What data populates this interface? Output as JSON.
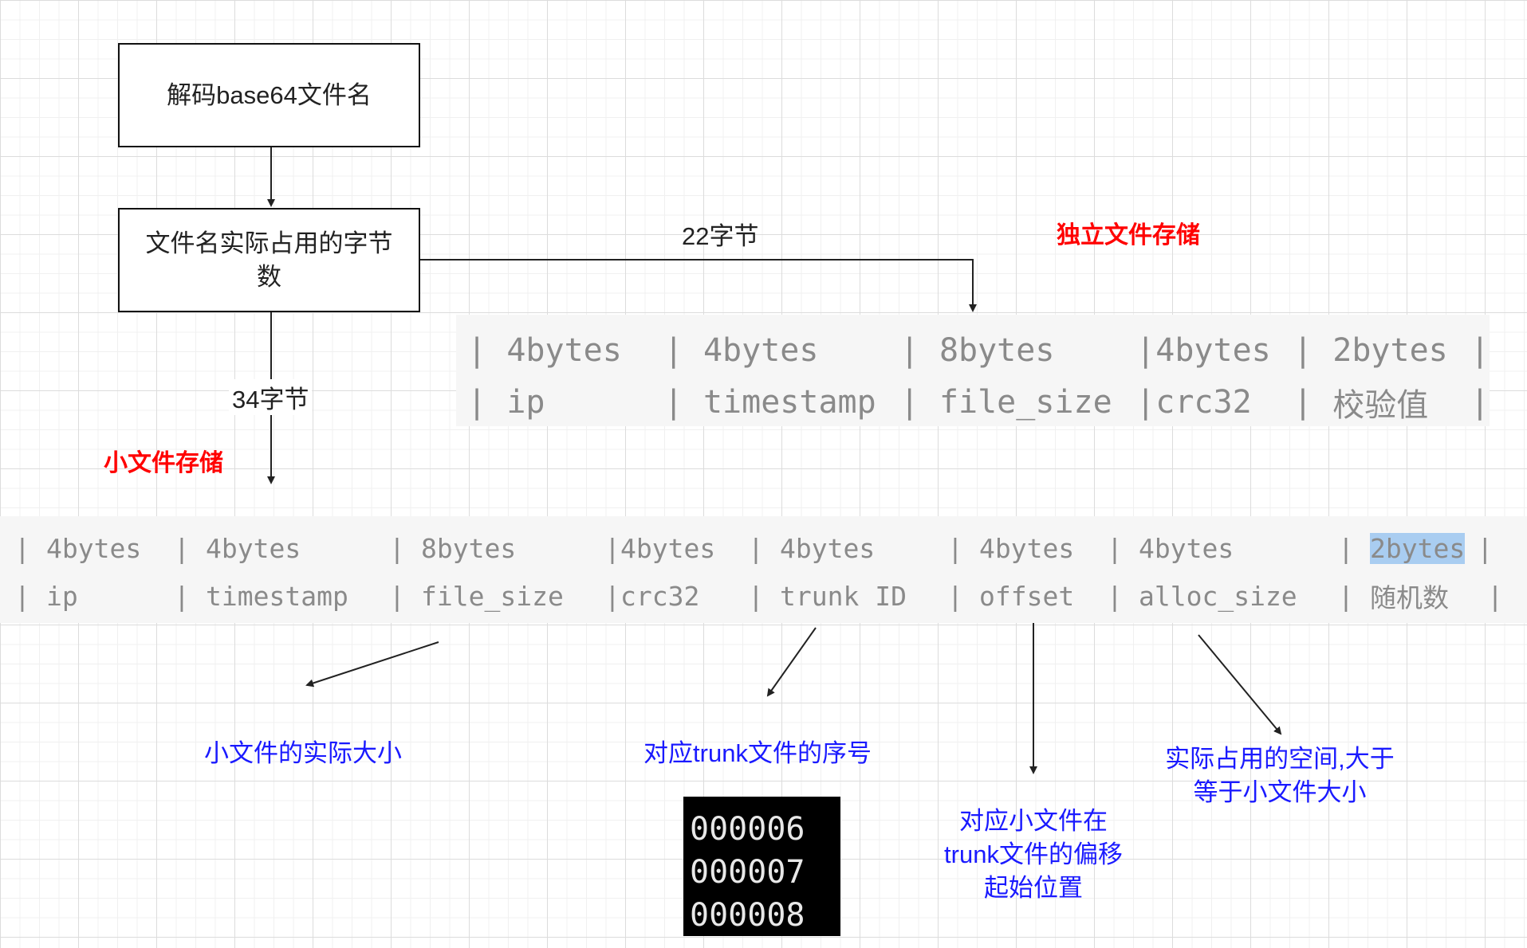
{
  "nodes": {
    "decode": "解码base64文件名",
    "bytes": "文件名实际占用的字节数"
  },
  "edges": {
    "label_22": "22字节",
    "label_34": "34字节"
  },
  "sections": {
    "standalone": "独立文件存储",
    "small": "小文件存储"
  },
  "standalone_layout": {
    "sizes": [
      "4bytes",
      "4bytes",
      "8bytes",
      "4bytes",
      "2bytes"
    ],
    "fields": [
      "ip",
      "timestamp",
      "file_size",
      "crc32",
      "校验值"
    ]
  },
  "small_layout": {
    "sizes": [
      "4bytes",
      "4bytes",
      "8bytes",
      "4bytes",
      "4bytes",
      "4bytes",
      "4bytes",
      "2bytes"
    ],
    "fields": [
      "ip",
      "timestamp",
      "file_size",
      "crc32",
      "trunk ID",
      "offset",
      "alloc_size",
      "随机数"
    ]
  },
  "annotations": {
    "file_size": "小文件的实际大小",
    "trunk_id": "对应trunk文件的序号",
    "offset": "对应小文件在trunk文件的偏移起始位置",
    "alloc_size": "实际占用的空间,大于等于小文件大小"
  },
  "terminal_lines": [
    "000006",
    "000007",
    "000008"
  ],
  "colors": {
    "section_label": "#ff0000",
    "annotation": "#1a1aff",
    "code_text": "#8a8a8a",
    "code_bg": "#f6f6f6",
    "highlight": "#a9cdf1"
  }
}
